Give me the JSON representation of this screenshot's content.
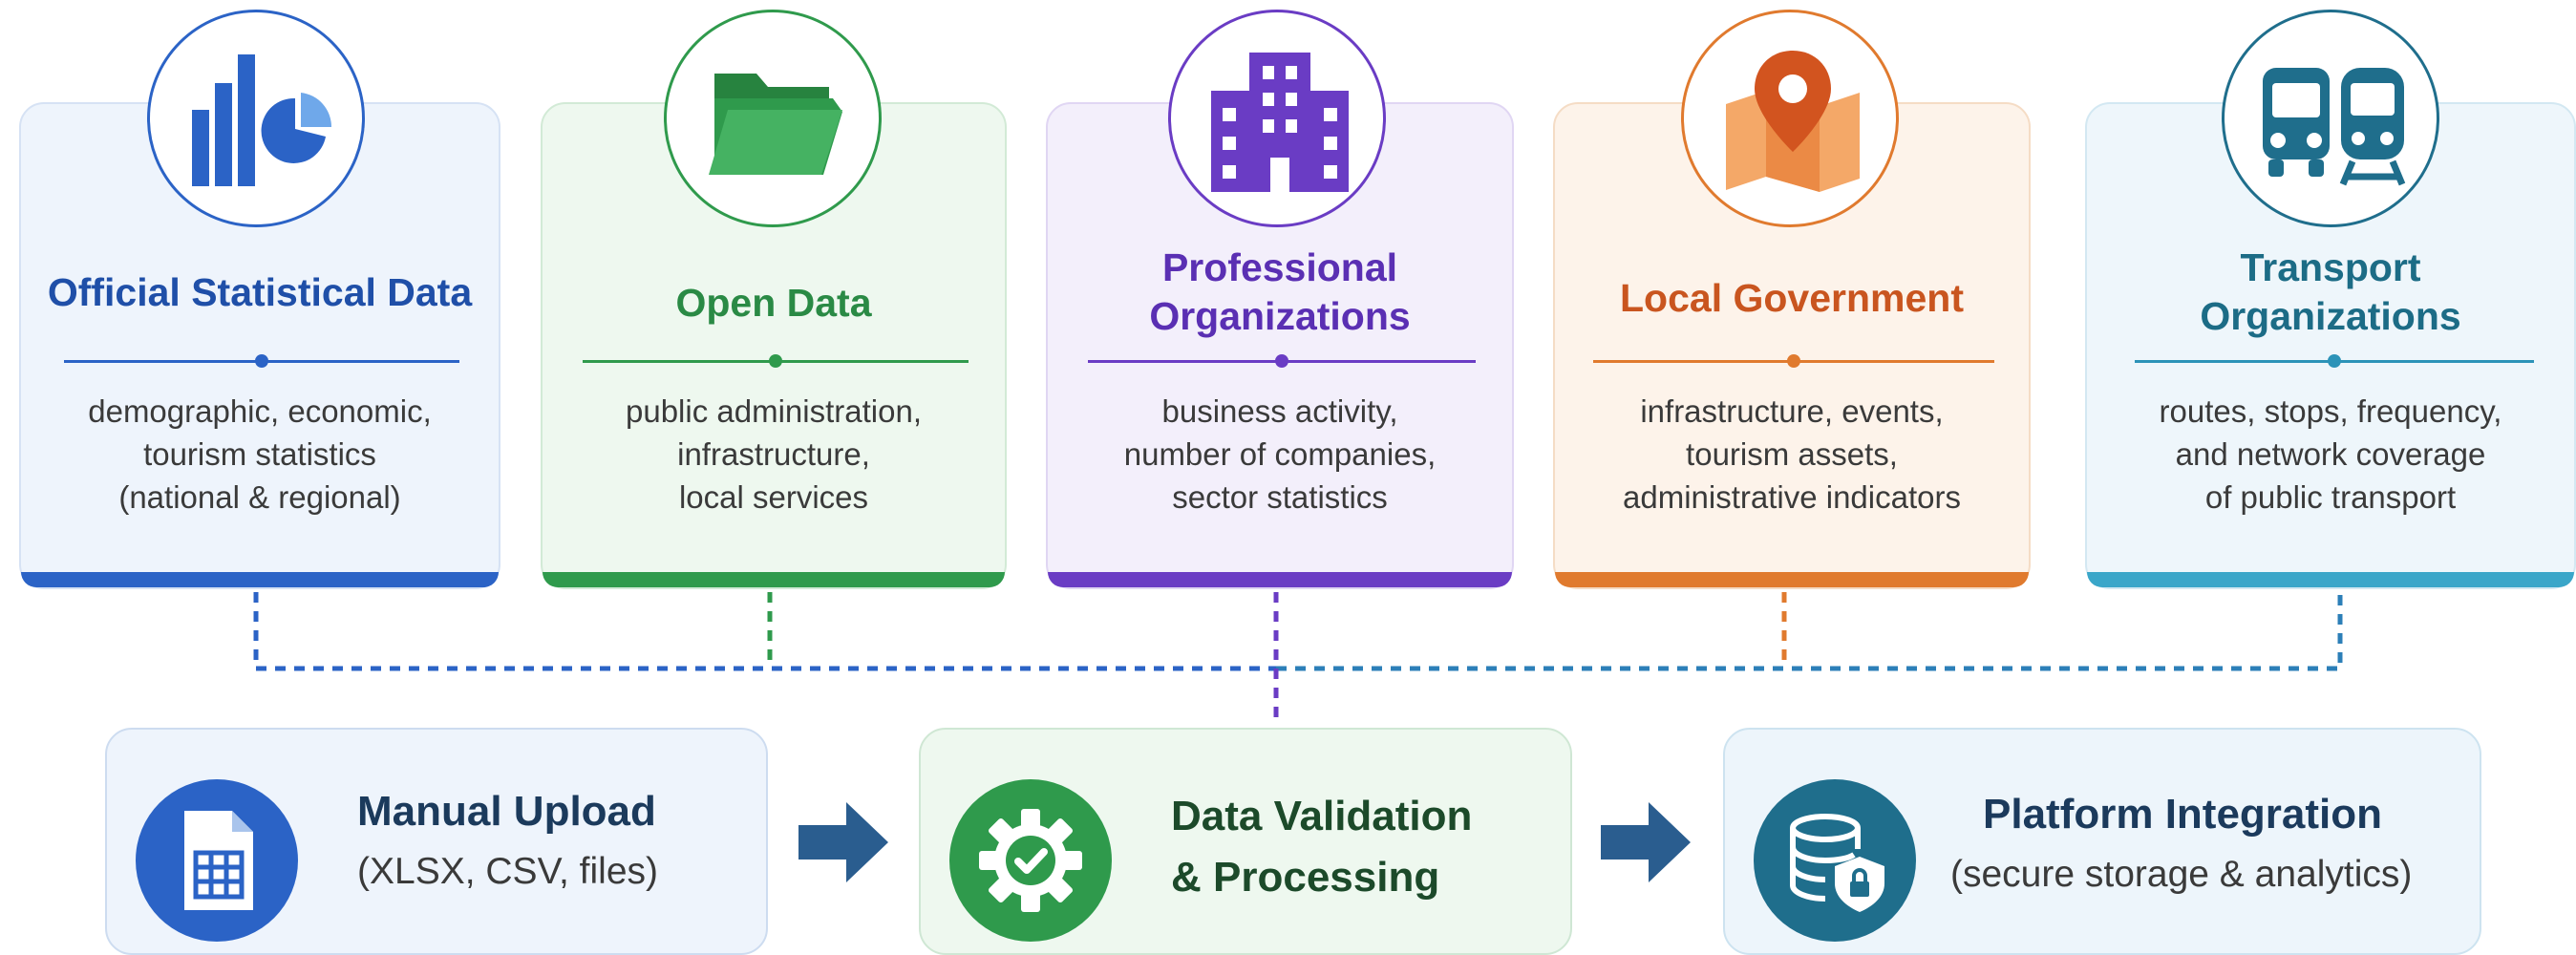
{
  "sources": [
    {
      "title": [
        "Official Statistical Data"
      ],
      "desc": [
        "demographic, economic,",
        "tourism statistics",
        "(national & regional)"
      ],
      "accent": "#2b63c6",
      "icon": "bar-pie-chart-icon"
    },
    {
      "title": [
        "Open Data"
      ],
      "desc": [
        "public administration,",
        "infrastructure,",
        "local services"
      ],
      "accent": "#2f9a4c",
      "icon": "folder-icon"
    },
    {
      "title": [
        "Professional",
        "Organizations"
      ],
      "desc": [
        "business activity,",
        "number of companies,",
        "sector statistics"
      ],
      "accent": "#6a3cc4",
      "icon": "office-building-icon"
    },
    {
      "title": [
        "Local Government"
      ],
      "desc": [
        "infrastructure, events,",
        "tourism assets,",
        "administrative indicators"
      ],
      "accent": "#d2652a",
      "icon": "map-pin-icon"
    },
    {
      "title": [
        "Transport",
        "Organizations"
      ],
      "desc": [
        "routes, stops, frequency,",
        "and network coverage",
        "of public transport"
      ],
      "accent": "#1f6e8c",
      "icon": "bus-train-icon"
    }
  ],
  "pipeline": [
    {
      "title": [
        "Manual Upload"
      ],
      "subtitle": "(XLSX,  CSV, files)",
      "icon": "spreadsheet-file-icon"
    },
    {
      "title": [
        "Data Validation",
        "& Processing"
      ],
      "subtitle": "",
      "icon": "gear-check-icon"
    },
    {
      "title": [
        "Platform Integration"
      ],
      "subtitle": "(secure storage & analytics)",
      "icon": "database-shield-icon"
    }
  ],
  "arrows": [
    "arrow-right-icon",
    "arrow-right-icon"
  ]
}
